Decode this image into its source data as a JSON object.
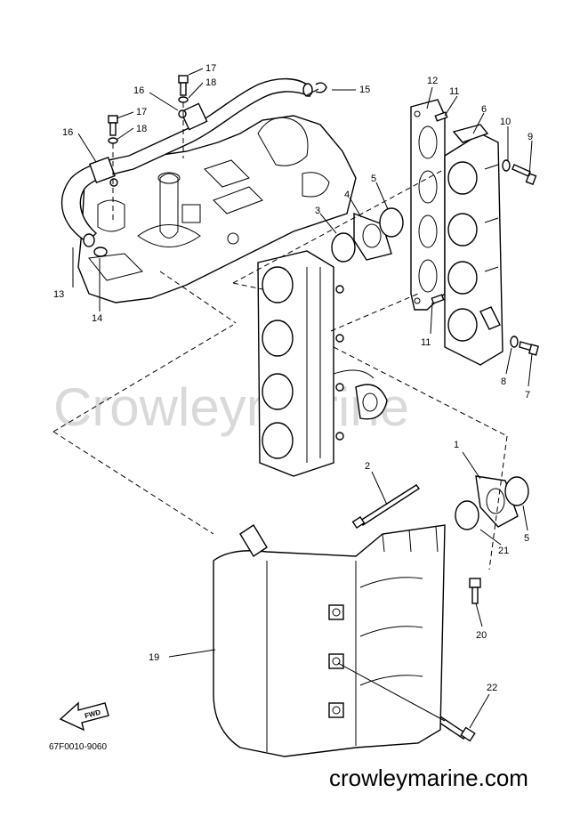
{
  "watermark": "Crowleymarine",
  "footer_text": "crowleymarine.com",
  "diagram_code": "67F0010-9060",
  "fwd_label": "FWD",
  "callouts": {
    "c1": "1",
    "c2": "2",
    "c3": "3",
    "c4": "4",
    "c5a": "5",
    "c5b": "5",
    "c6": "6",
    "c7": "7",
    "c8": "8",
    "c9": "9",
    "c10": "10",
    "c11a": "11",
    "c11b": "11",
    "c12": "12",
    "c13": "13",
    "c14": "14",
    "c15": "15",
    "c16a": "16",
    "c16b": "16",
    "c17a": "17",
    "c17b": "17",
    "c18a": "18",
    "c18b": "18",
    "c19": "19",
    "c20": "20",
    "c21": "21",
    "c22": "22"
  }
}
